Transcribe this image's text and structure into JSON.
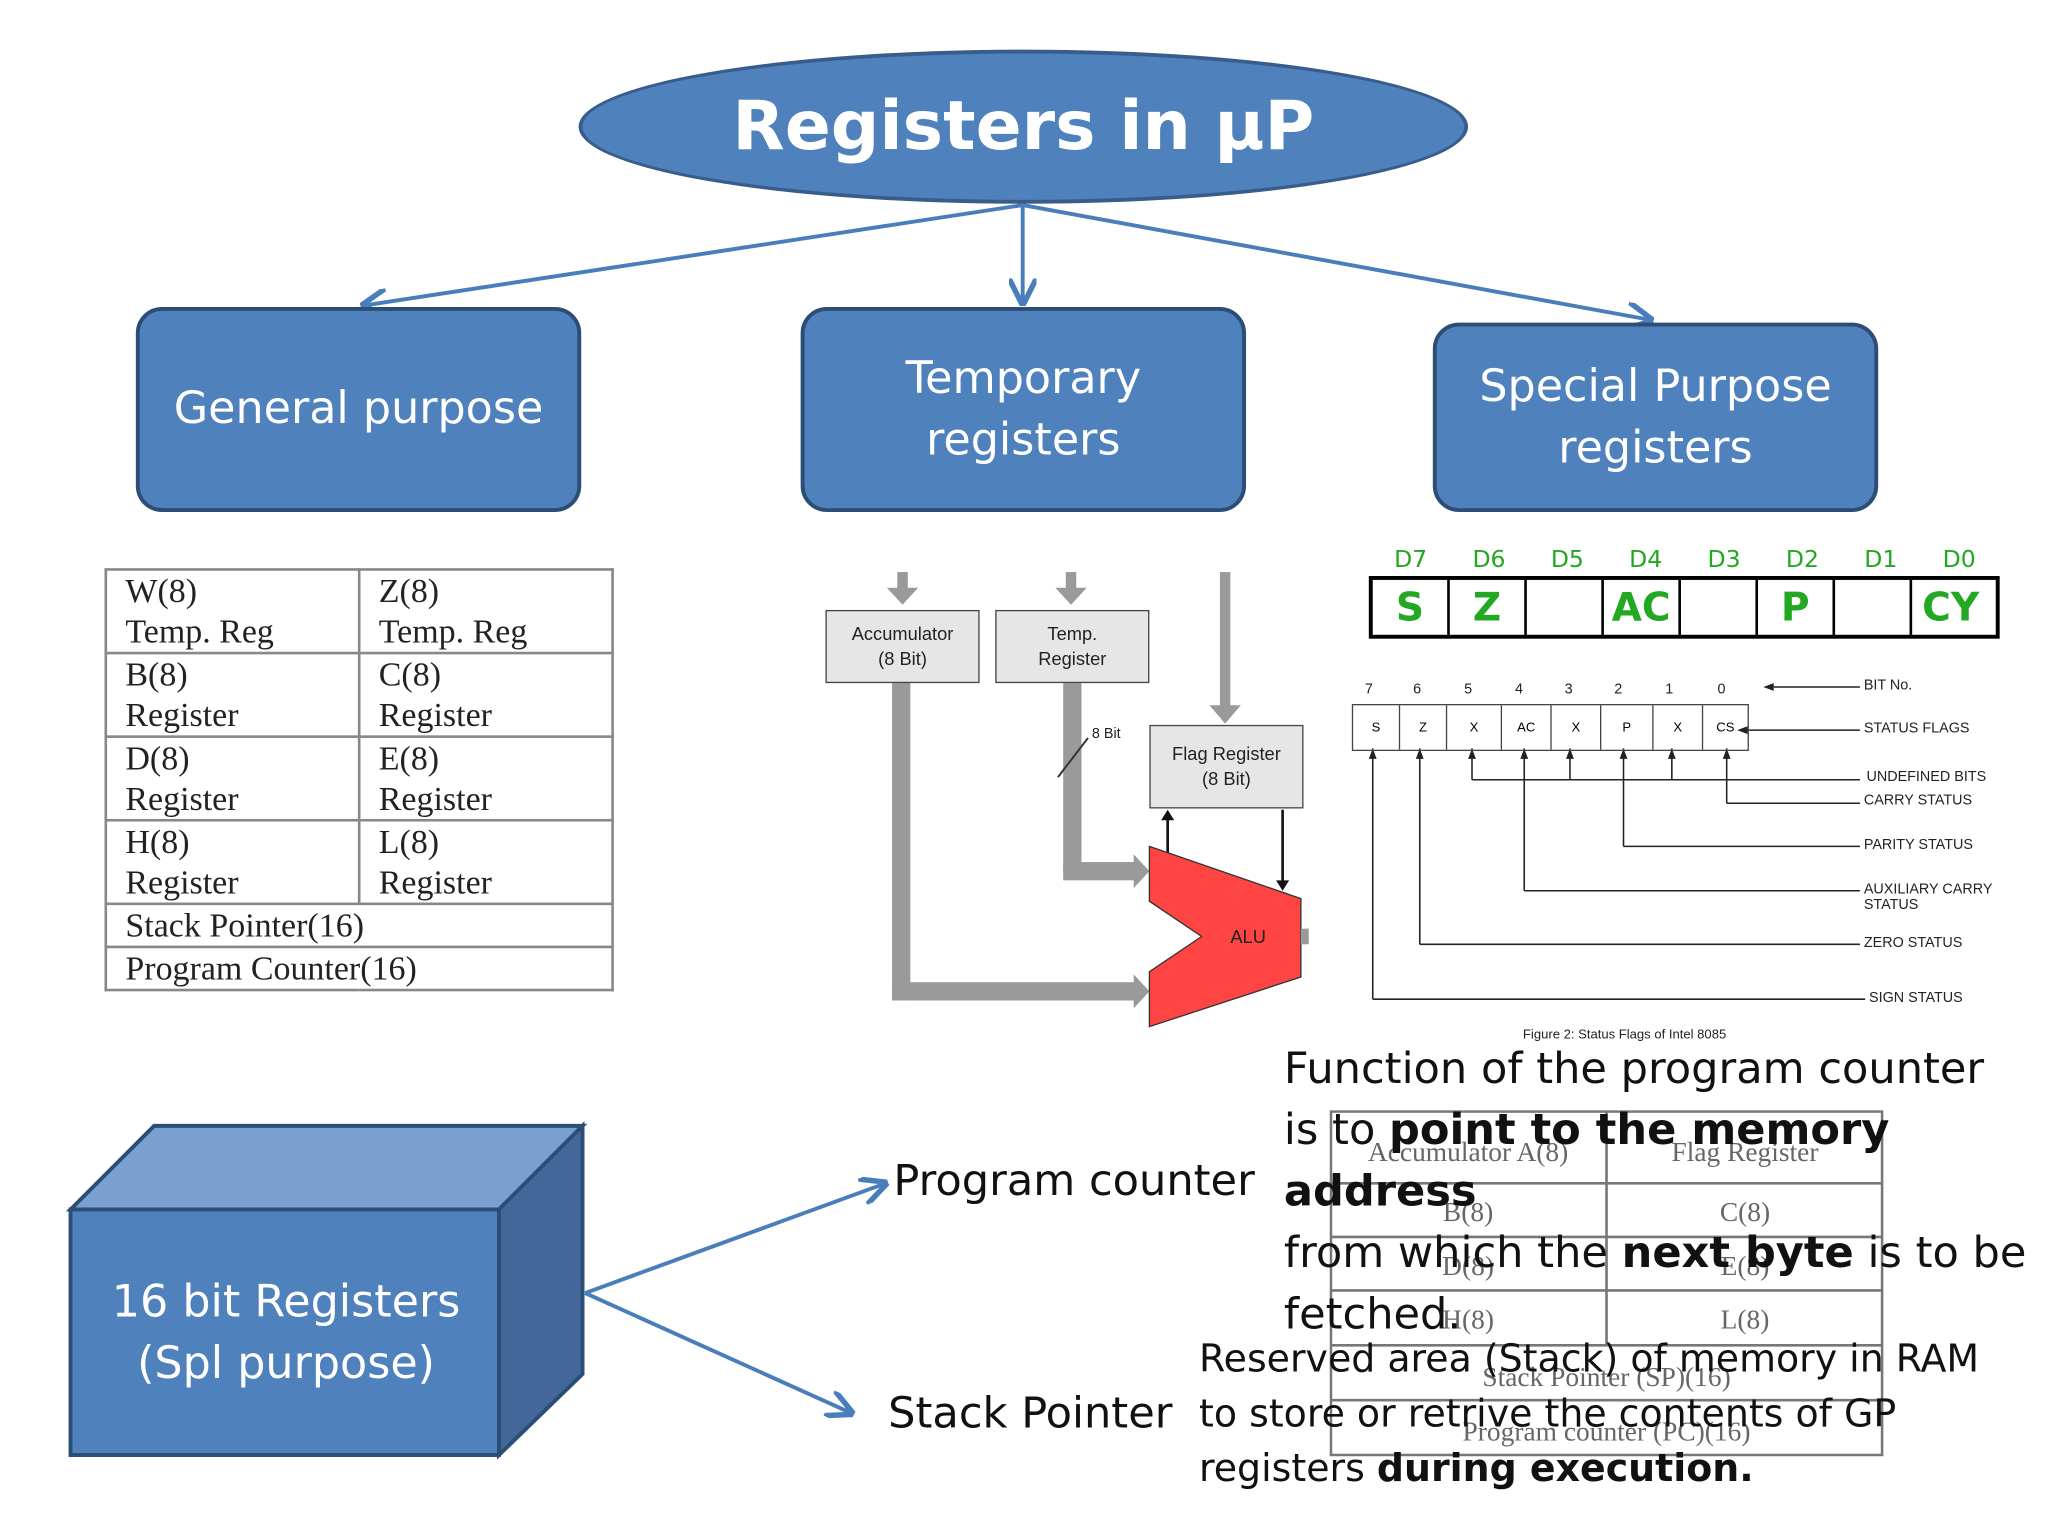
{
  "title": "Registers in µP",
  "categories": {
    "general": "General purpose",
    "temporary_line1": "Temporary",
    "temporary_line2": "registers",
    "special_line1": "Special Purpose",
    "special_line2": "registers"
  },
  "gp_table": {
    "rows": [
      [
        "W(8)",
        "Temp. Reg",
        "Z(8)",
        "Temp. Reg"
      ],
      [
        "B(8)",
        "Register",
        "C(8)",
        "Register"
      ],
      [
        "D(8)",
        "Register",
        "E(8)",
        "Register"
      ],
      [
        "H(8)",
        "Register",
        "L(8)",
        "Register"
      ]
    ],
    "stack_pointer": "Stack Pointer(16)",
    "program_counter": "Program Counter(16)"
  },
  "temp_diagram": {
    "accumulator_line1": "Accumulator",
    "accumulator_line2": "(8 Bit)",
    "temp_line1": "Temp.",
    "temp_line2": "Register",
    "bus_label": "8 Bit",
    "flag_line1": "Flag Register",
    "flag_line2": "(8 Bit)",
    "alu": "ALU",
    "colors": {
      "alu": "#ff4444",
      "bus": "#9a9a9a",
      "box": "#e6e6e6"
    }
  },
  "flags_byte": {
    "bit_labels": [
      "D7",
      "D6",
      "D5",
      "D4",
      "D3",
      "D2",
      "D1",
      "D0"
    ],
    "bits": [
      "S",
      "Z",
      "",
      "AC",
      "",
      "P",
      "",
      "CY"
    ],
    "color": "#22a822"
  },
  "flag_figure": {
    "bit_numbers": [
      "7",
      "6",
      "5",
      "4",
      "3",
      "2",
      "1",
      "0"
    ],
    "flags": [
      "S",
      "Z",
      "X",
      "AC",
      "X",
      "P",
      "X",
      "CS"
    ],
    "legend": {
      "bit_no": "BIT No.",
      "status_flags": "STATUS FLAGS",
      "undefined": "UNDEFINED BITS",
      "carry": "CARRY STATUS",
      "parity": "PARITY STATUS",
      "aux_line1": "AUXILIARY CARRY",
      "aux_line2": "STATUS",
      "zero": "ZERO STATUS",
      "sign": "SIGN STATUS"
    },
    "caption": "Figure 2: Status Flags of Intel 8085"
  },
  "sixteen_bit": {
    "line1": "16 bit Registers",
    "line2": "(Spl purpose)"
  },
  "program_counter": {
    "label": "Program counter",
    "desc_line1": "Function of the program counter",
    "desc_line2_pre": "is to ",
    "desc_line2_bold": "point to the memory address",
    "desc_line3_pre": "from which the ",
    "desc_line3_bold": "next byte",
    "desc_line3_post": " is to be",
    "desc_line4": "fetched."
  },
  "stack_pointer": {
    "label": "Stack Pointer",
    "desc_line1": "Reserved area (Stack) of memory in RAM",
    "desc_line2": "to store or retrive the contents of GP",
    "desc_line3_pre": "registers ",
    "desc_line3_bold": "during execution."
  },
  "background_table": {
    "rows": [
      [
        "Accumulator A(8)",
        "Flag Register"
      ],
      [
        "B(8)",
        "C(8)"
      ],
      [
        "D(8)",
        "E(8)"
      ],
      [
        "H(8)",
        "L(8)"
      ]
    ],
    "stack_pointer": "Stack Pointer (SP)(16)",
    "program_counter": "Program counter (PC)(16)"
  },
  "colors": {
    "primary": "#4f81bd",
    "primary_border": "#2c4d75",
    "arrow": "#4a7ebb"
  }
}
